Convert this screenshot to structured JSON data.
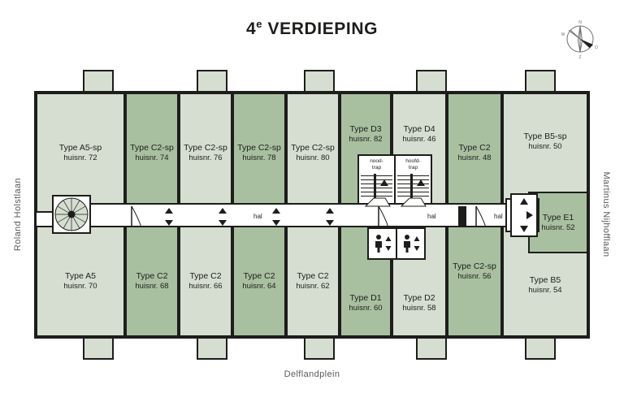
{
  "title": {
    "number": "4",
    "sup": "e",
    "rest": " VERDIEPING"
  },
  "compass": {
    "n": "N",
    "o": "O",
    "z": "Z",
    "w": "W"
  },
  "streets": {
    "left": "Roland Holstlaan",
    "right": "Martinus Nijhofflaan",
    "bottom": "Delflandplein"
  },
  "corridor": {
    "label_1": "hal",
    "label_2": "hal",
    "label_3": "hal"
  },
  "stairs": {
    "nood": "nood-\ntrap",
    "nood_l1": "nood-",
    "nood_l2": "trap",
    "hoofd_l1": "hoofd-",
    "hoofd_l2": "trap"
  },
  "colors": {
    "light_green": "#d5ded0",
    "dark_green": "#a8c0a0",
    "outline": "#1d1d1b",
    "street_text": "#58595b"
  },
  "units_top": [
    {
      "type": "Type A5-sp",
      "huisnr": "huisnr. 72",
      "shade": "light"
    },
    {
      "type": "Type C2-sp",
      "huisnr": "huisnr. 74",
      "shade": "dark"
    },
    {
      "type": "Type C2-sp",
      "huisnr": "huisnr. 76",
      "shade": "light"
    },
    {
      "type": "Type C2-sp",
      "huisnr": "huisnr. 78",
      "shade": "dark"
    },
    {
      "type": "Type C2-sp",
      "huisnr": "huisnr. 80",
      "shade": "light"
    },
    {
      "type": "Type D3",
      "huisnr": "huisnr. 82",
      "shade": "dark"
    },
    {
      "type": "Type D4",
      "huisnr": "huisnr. 46",
      "shade": "light"
    },
    {
      "type": "Type C2",
      "huisnr": "huisnr. 48",
      "shade": "dark"
    },
    {
      "type": "Type B5-sp",
      "huisnr": "huisnr. 50",
      "shade": "light"
    }
  ],
  "units_bottom": [
    {
      "type": "Type A5",
      "huisnr": "huisnr. 70",
      "shade": "light"
    },
    {
      "type": "Type C2",
      "huisnr": "huisnr. 68",
      "shade": "dark"
    },
    {
      "type": "Type C2",
      "huisnr": "huisnr. 66",
      "shade": "light"
    },
    {
      "type": "Type C2",
      "huisnr": "huisnr. 64",
      "shade": "dark"
    },
    {
      "type": "Type C2",
      "huisnr": "huisnr. 62",
      "shade": "light"
    },
    {
      "type": "Type D1",
      "huisnr": "huisnr. 60",
      "shade": "dark"
    },
    {
      "type": "Type D2",
      "huisnr": "huisnr. 58",
      "shade": "light"
    },
    {
      "type": "Type C2-sp",
      "huisnr": "huisnr. 56",
      "shade": "dark"
    },
    {
      "type": "Type B5",
      "huisnr": "huisnr. 54",
      "shade": "light"
    }
  ],
  "unit_right": {
    "type": "Type E1",
    "huisnr": "huisnr. 52",
    "shade": "dark"
  }
}
